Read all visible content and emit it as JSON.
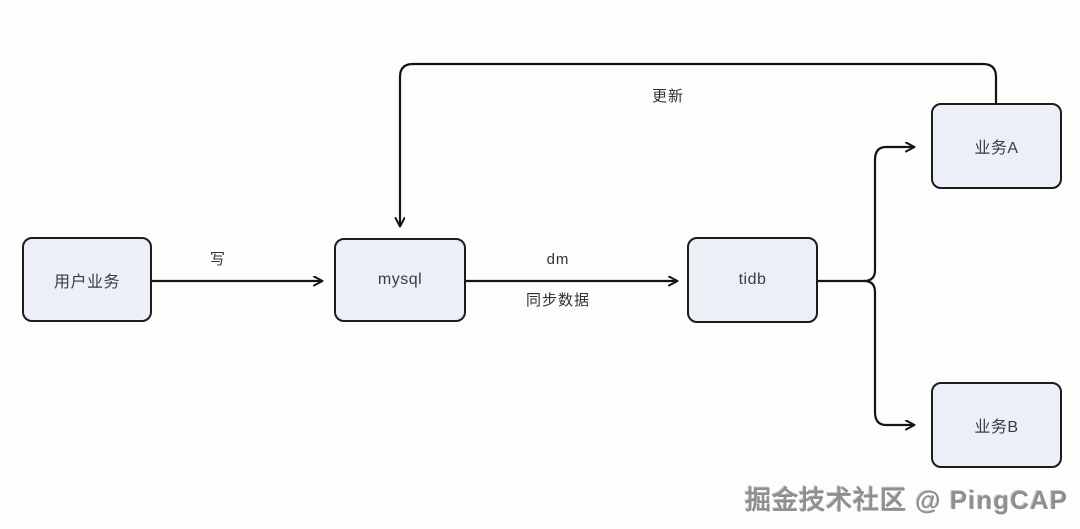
{
  "diagram": {
    "nodes": {
      "user_service": {
        "label": "用户业务"
      },
      "mysql": {
        "label": "mysql"
      },
      "tidb": {
        "label": "tidb"
      },
      "service_a": {
        "label": "业务A"
      },
      "service_b": {
        "label": "业务B"
      }
    },
    "edges": {
      "user_to_mysql": {
        "label": "写"
      },
      "mysql_to_tidb": {
        "label_top": "dm",
        "label_bottom": "同步数据"
      },
      "service_a_to_mysql": {
        "label": "更新"
      }
    },
    "colors": {
      "background": "#fdfdfc",
      "node_fill": "#edeff7",
      "node_border": "#1b1c1e",
      "line": "#141414",
      "label_text": "#2e3136",
      "watermark_text": "#8f8f8f"
    }
  },
  "watermark": {
    "text": "掘金技术社区 @ PingCAP"
  }
}
